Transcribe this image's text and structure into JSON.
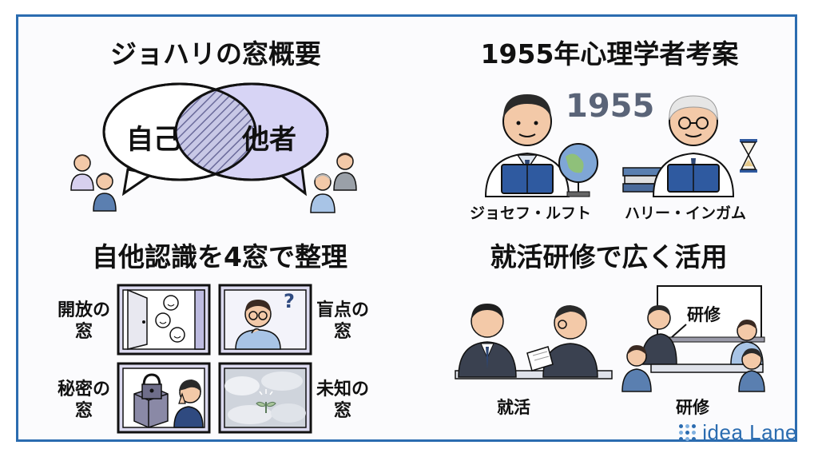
{
  "panels": {
    "overview": {
      "title": "ジョハリの窓概要",
      "self_label": "自己",
      "other_label": "他者"
    },
    "history": {
      "title": "1955年心理学者考案",
      "year": "1955",
      "person1": "ジョセフ・ルフト",
      "person2": "ハリー・インガム"
    },
    "windows": {
      "title": "自他認識を4窓で整理",
      "open": "開放の\n窓",
      "blind": "盲点の\n窓",
      "hidden": "秘密の\n窓",
      "unknown": "未知の\n窓"
    },
    "usage": {
      "title": "就活研修で広く活用",
      "job_hunting": "就活",
      "training": "研修",
      "board_text": "研修"
    }
  },
  "brand": {
    "name": "idea Lane",
    "color": "#2b6cb0"
  }
}
